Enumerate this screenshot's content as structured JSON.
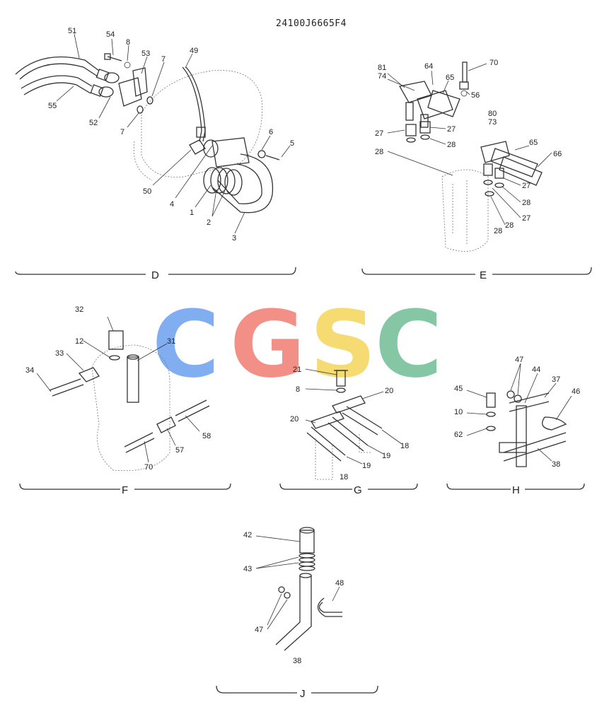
{
  "sheet_code": "24100J6665F4",
  "watermark": {
    "letters": [
      {
        "char": "C",
        "color": "#7aaaf0"
      },
      {
        "char": "G",
        "color": "#f28b82"
      },
      {
        "char": "S",
        "color": "#f6d96b"
      },
      {
        "char": "C",
        "color": "#7fc4a0"
      }
    ]
  },
  "sections": {
    "D": {
      "title": "D",
      "labels": [
        "51",
        "54",
        "8",
        "53",
        "7",
        "49",
        "55",
        "52",
        "7",
        "6",
        "5",
        "50",
        "4",
        "1",
        "2",
        "3"
      ]
    },
    "E": {
      "title": "E",
      "labels": [
        "81",
        "74",
        "64",
        "65",
        "70",
        "56",
        "80",
        "73",
        "27",
        "27",
        "28",
        "28",
        "28",
        "65",
        "66",
        "27",
        "28",
        "27",
        "28"
      ]
    },
    "F": {
      "title": "F",
      "labels": [
        "32",
        "12",
        "31",
        "33",
        "34",
        "58",
        "57",
        "70"
      ]
    },
    "G": {
      "title": "G",
      "labels": [
        "21",
        "8",
        "20",
        "20",
        "18",
        "19",
        "19",
        "18"
      ]
    },
    "H": {
      "title": "H",
      "labels": [
        "47",
        "44",
        "37",
        "46",
        "45",
        "10",
        "62",
        "38"
      ]
    },
    "J": {
      "title": "J",
      "labels": [
        "42",
        "43",
        "48",
        "47",
        "38"
      ]
    }
  }
}
